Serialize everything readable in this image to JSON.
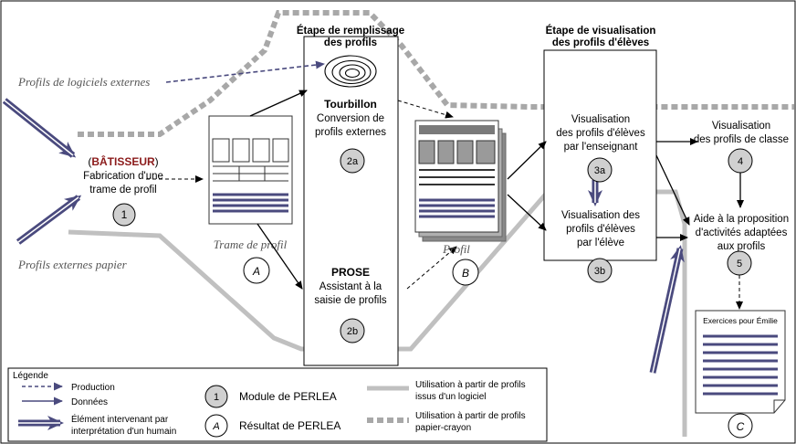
{
  "stages": {
    "filling": [
      "Étape de remplissage",
      "des profils"
    ],
    "viewing": [
      "Étape de visualisation",
      "des profils d'élèves"
    ]
  },
  "inputs": {
    "external_software": "Profils de logiciels externes",
    "external_paper": "Profils externes papier"
  },
  "batisseur": {
    "name": "BÂTISSEUR",
    "open_paren": "(",
    "close_paren": ")",
    "lines": [
      "Fabrication d'une",
      "trame de profil"
    ],
    "number": "1"
  },
  "tourbillon": {
    "name": "Tourbillon",
    "lines": [
      "Conversion de",
      "profils externes"
    ],
    "number": "2a"
  },
  "prose": {
    "name": "PROSE",
    "lines": [
      "Assistant à la",
      "saisie de profils"
    ],
    "number": "2b"
  },
  "trame": {
    "label": "Trame de profil",
    "letter": "A"
  },
  "profil": {
    "label": "Profil",
    "letter": "B"
  },
  "teacher_view": {
    "lines": [
      "Visualisation",
      "des profils d'élèves",
      "par l'enseignant"
    ],
    "number": "3a"
  },
  "student_view": {
    "lines": [
      "Visualisation des",
      "profils d'élèves",
      "par l'élève"
    ],
    "number": "3b"
  },
  "class_view": {
    "lines": [
      "Visualisation",
      "des profils de classe"
    ],
    "number": "4"
  },
  "activities": {
    "lines": [
      "Aide à la proposition",
      "d'activités adaptées",
      "aux profils"
    ],
    "number": "5"
  },
  "exercises": {
    "title": "Exercices pour Émilie",
    "letter": "C"
  },
  "legend": {
    "title": "Légende",
    "production": "Production",
    "donnees": "Données",
    "human": [
      "Élément intervenant par",
      "interprétation d'un humain"
    ],
    "module_number": "1",
    "module": "Module de PERLEA",
    "result_letter": "A",
    "result": "Résultat de PERLEA",
    "software_use": [
      "Utilisation à partir de profils",
      "issus d'un logiciel"
    ],
    "paper_use": [
      "Utilisation à partir de profils",
      "papier-crayon"
    ]
  },
  "colors": {
    "arrow_blue": "#4a4a7e",
    "path_gray": "#bdbdbd",
    "dotted_gray": "#a8a8a8",
    "batisseur_red": "#8b1a1a",
    "circle_fill": "#d0d0d0"
  }
}
